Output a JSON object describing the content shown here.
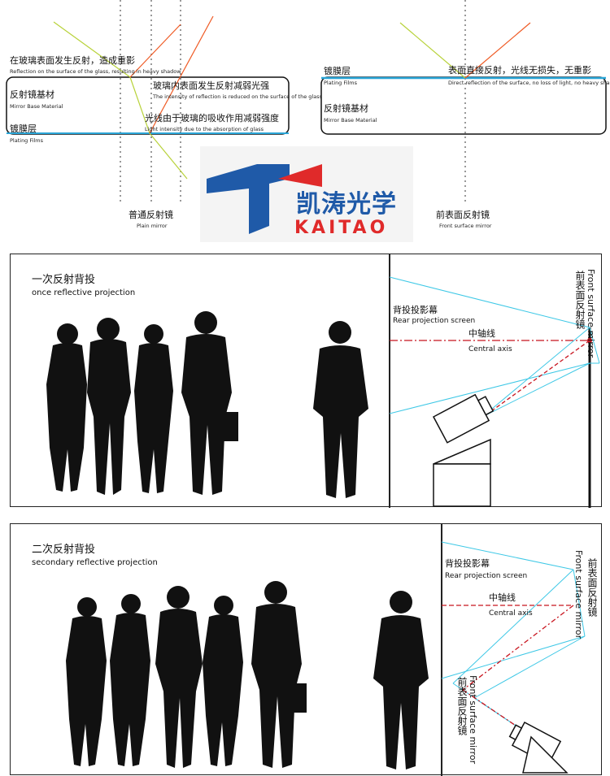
{
  "top": {
    "plain": {
      "reflect_surface_cn": "在玻璃表面发生反射，造成重影",
      "reflect_surface_en": "Reflection on the surface of the glass, resulting in heavy shadow",
      "inner_reflect_cn": "玻璃内表面发生反射减弱光强",
      "inner_reflect_en": "The intensity of reflection is reduced on the surface of the glass",
      "absorb_cn": "光线由于玻璃的吸收作用减弱强度",
      "absorb_en": "Light intensity due to the absorption of glass",
      "base_cn": "反射镜基材",
      "base_en": "Mirror Base Material",
      "film_cn": "镀膜层",
      "film_en": "Plating Films",
      "caption_cn": "普通反射镜",
      "caption_en": "Plain mirror"
    },
    "front": {
      "film_cn": "镀膜层",
      "film_en": "Plating Films",
      "direct_cn": "表面直接反射，光线无损失，无重影",
      "direct_en": "Direct reflection of the surface, no loss of light, no heavy shadow",
      "base_cn": "反射镜基材",
      "base_en": "Mirror Base Material",
      "caption_cn": "前表面反射镜",
      "caption_en": "Front surface mirror"
    },
    "logo": {
      "name_cn": "凯涛光学",
      "name_en": "KAITAO",
      "blue": "#1f5aa8",
      "red": "#e02a2a"
    }
  },
  "panel1": {
    "title_cn": "一次反射背投",
    "title_en": "once reflective projection",
    "screen_cn": "背投投影幕",
    "screen_en": "Rear projection screen",
    "axis_cn": "中轴线",
    "axis_en": "Central axis",
    "mirror_cn": "前表面反射镜",
    "mirror_en": "Front surface mirror"
  },
  "panel2": {
    "title_cn": "二次反射背投",
    "title_en": "secondary reflective projection",
    "screen_cn": "背投投影幕",
    "screen_en": "Rear projection screen",
    "axis_cn": "中轴线",
    "axis_en": "Central axis",
    "mirror_top_cn": "前表面反射镜",
    "mirror_top_en": "Front surface mirror",
    "mirror_bottom_cn": "前表面反射镜",
    "mirror_bottom_en": "Front surface mirror"
  },
  "colors": {
    "ray_cyan": "#3ec8e6",
    "ray_green": "#b8d23a",
    "ray_orange": "#ef5a24",
    "axis_red": "#c8141e",
    "film_blue": "#2aa6d8"
  }
}
